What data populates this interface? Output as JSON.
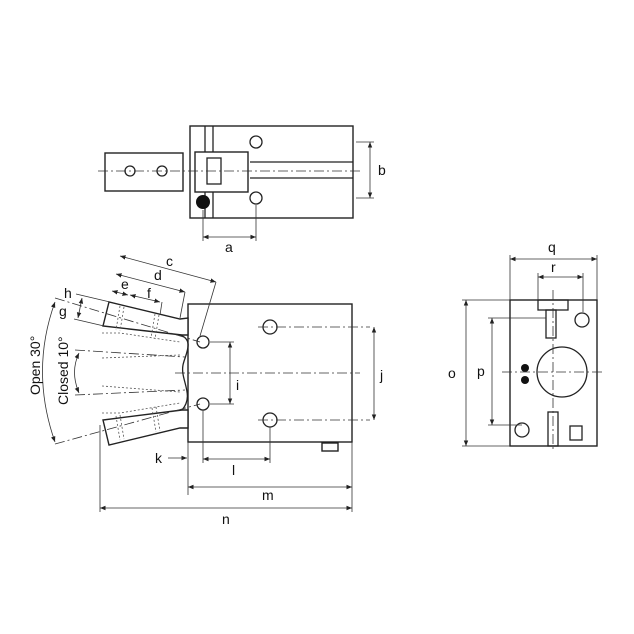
{
  "labels": {
    "a": "a",
    "b": "b",
    "c": "c",
    "d": "d",
    "e": "e",
    "f": "f",
    "g": "g",
    "h": "h",
    "i": "i",
    "j": "j",
    "k": "k",
    "l": "l",
    "m": "m",
    "n": "n",
    "o": "o",
    "p": "p",
    "q": "q",
    "r": "r"
  },
  "angles": {
    "open": "Open 30°",
    "closed": "Closed 10°"
  }
}
